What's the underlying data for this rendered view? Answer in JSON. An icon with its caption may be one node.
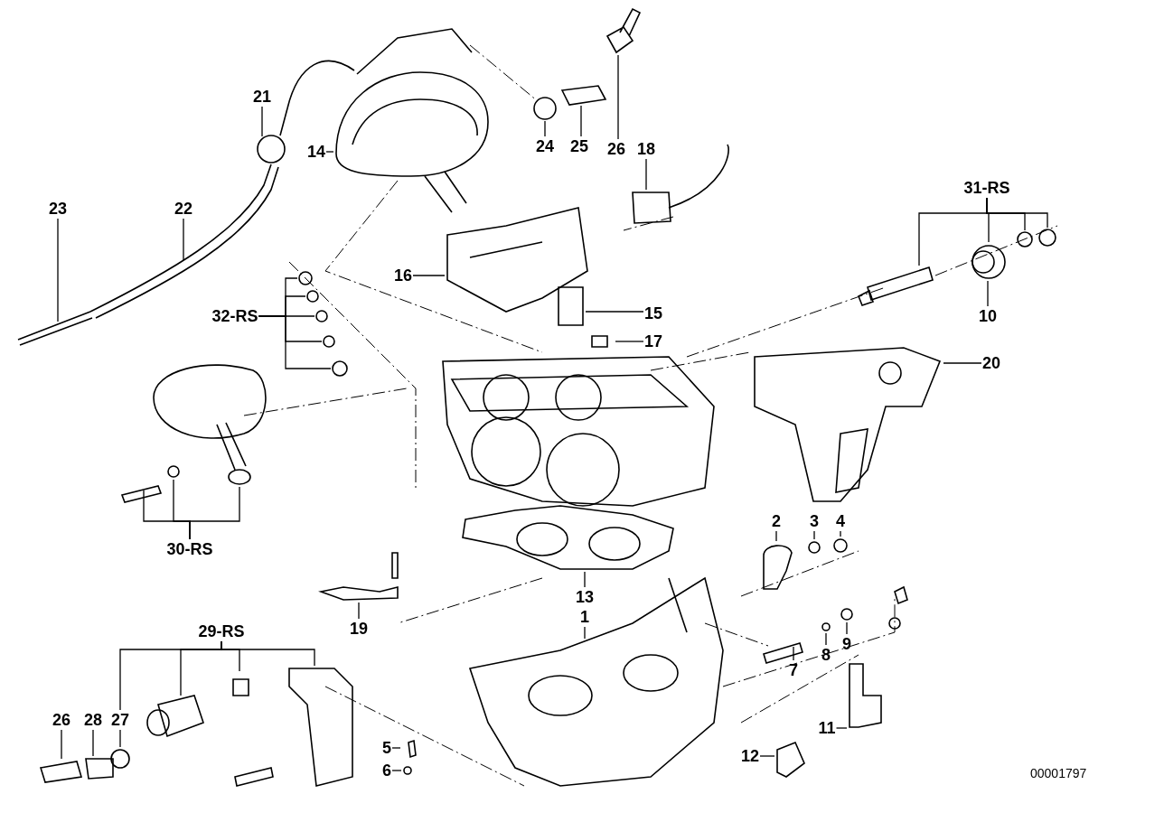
{
  "diagram": {
    "nodes": [
      {
        "text": [
          "21"
        ]
      },
      {
        "text": [
          "14"
        ]
      },
      {
        "text": [
          "24"
        ]
      },
      {
        "text": [
          "25"
        ]
      },
      {
        "text": [
          "26"
        ]
      },
      {
        "text": [
          "18"
        ]
      },
      {
        "text": [
          "23"
        ]
      },
      {
        "text": [
          "22"
        ]
      },
      {
        "text": [
          "31-RS"
        ]
      },
      {
        "text": [
          "16"
        ]
      },
      {
        "text": [
          "32-RS"
        ]
      },
      {
        "text": [
          "15"
        ]
      },
      {
        "text": [
          "10"
        ]
      },
      {
        "text": [
          "17"
        ]
      },
      {
        "text": [
          "20"
        ]
      },
      {
        "text": [
          "30-RS"
        ]
      },
      {
        "text": [
          "2"
        ]
      },
      {
        "text": [
          "3"
        ]
      },
      {
        "text": [
          "4"
        ]
      },
      {
        "text": [
          "13"
        ]
      },
      {
        "text": [
          "19"
        ]
      },
      {
        "text": [
          "1"
        ]
      },
      {
        "text": [
          "8"
        ]
      },
      {
        "text": [
          "9"
        ]
      },
      {
        "text": [
          "29-RS"
        ]
      },
      {
        "text": [
          "7"
        ]
      },
      {
        "text": [
          "26"
        ]
      },
      {
        "text": [
          "28"
        ]
      },
      {
        "text": [
          "27"
        ]
      },
      {
        "text": [
          "11"
        ]
      },
      {
        "text": [
          "5"
        ]
      },
      {
        "text": [
          "6"
        ]
      },
      {
        "text": [
          "12"
        ]
      }
    ],
    "edges": [
      {
        "from": 0,
        "to": null,
        "arrow": "none"
      },
      {
        "from": 1,
        "to": null,
        "arrow": "none"
      },
      {
        "from": 2,
        "to": null,
        "arrow": "none"
      },
      {
        "from": 3,
        "to": null,
        "arrow": "none"
      },
      {
        "from": 4,
        "to": null,
        "arrow": "none"
      },
      {
        "from": 5,
        "to": null,
        "arrow": "none"
      },
      {
        "from": 6,
        "to": null,
        "arrow": "none"
      },
      {
        "from": 7,
        "to": null,
        "arrow": "none"
      },
      {
        "from": 8,
        "to": null,
        "arrow": "none"
      },
      {
        "from": 8,
        "to": null,
        "arrow": "none"
      },
      {
        "from": 8,
        "to": null,
        "arrow": "none"
      },
      {
        "from": 8,
        "to": null,
        "arrow": "none"
      },
      {
        "from": 9,
        "to": null,
        "arrow": "none"
      },
      {
        "from": 10,
        "to": null,
        "arrow": "none"
      },
      {
        "from": 10,
        "to": null,
        "arrow": "none"
      },
      {
        "from": 10,
        "to": null,
        "arrow": "none"
      },
      {
        "from": 10,
        "to": null,
        "arrow": "none"
      },
      {
        "from": 10,
        "to": null,
        "arrow": "none"
      },
      {
        "from": 11,
        "to": null,
        "arrow": "none"
      },
      {
        "from": 12,
        "to": null,
        "arrow": "none"
      },
      {
        "from": 13,
        "to": null,
        "arrow": "none"
      },
      {
        "from": 14,
        "to": null,
        "arrow": "none"
      },
      {
        "from": 15,
        "to": null,
        "arrow": "none"
      },
      {
        "from": 15,
        "to": null,
        "arrow": "none"
      },
      {
        "from": 15,
        "to": null,
        "arrow": "none"
      },
      {
        "from": 16,
        "to": null,
        "arrow": "none"
      },
      {
        "from": 17,
        "to": null,
        "arrow": "none"
      },
      {
        "from": 18,
        "to": null,
        "arrow": "none"
      },
      {
        "from": 19,
        "to": null,
        "arrow": "none"
      },
      {
        "from": 20,
        "to": null,
        "arrow": "none"
      },
      {
        "from": 21,
        "to": null,
        "arrow": "none"
      },
      {
        "from": 22,
        "to": null,
        "arrow": "none"
      },
      {
        "from": 23,
        "to": null,
        "arrow": "none"
      },
      {
        "from": 24,
        "to": 28,
        "arrow": "none"
      },
      {
        "from": 24,
        "to": null,
        "arrow": "none"
      },
      {
        "from": 24,
        "to": null,
        "arrow": "none"
      },
      {
        "from": 24,
        "to": null,
        "arrow": "none"
      },
      {
        "from": 25,
        "to": null,
        "arrow": "none"
      },
      {
        "from": 26,
        "to": null,
        "arrow": "none"
      },
      {
        "from": 27,
        "to": null,
        "arrow": "none"
      },
      {
        "from": 28,
        "to": null,
        "arrow": "none"
      },
      {
        "from": 29,
        "to": null,
        "arrow": "none"
      },
      {
        "from": 30,
        "to": null,
        "arrow": "none"
      },
      {
        "from": 31,
        "to": null,
        "arrow": "none"
      },
      {
        "from": 32,
        "to": null,
        "arrow": "none"
      }
    ],
    "labels": [
      "00001797"
    ]
  }
}
